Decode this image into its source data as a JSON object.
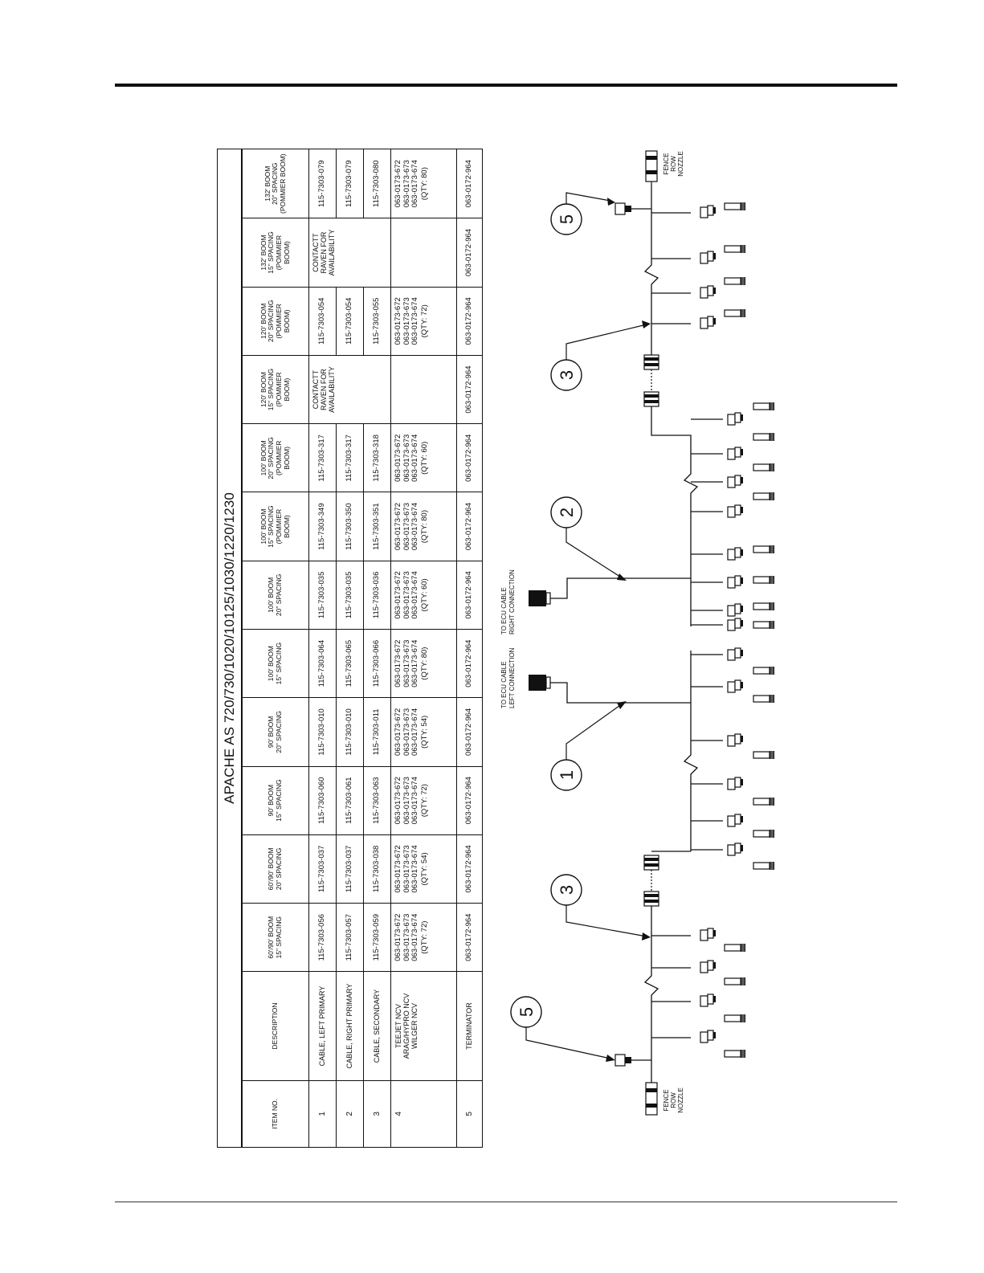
{
  "table": {
    "title": "APACHE AS 720/730/1020/10125/1030/1220/1230",
    "headers": {
      "item_no": "ITEM NO.",
      "description": "DESCRIPTION",
      "booms": [
        [
          "60'/90' BOOM",
          "15\" SPACING"
        ],
        [
          "60'/90' BOOM",
          "20\" SPACING"
        ],
        [
          "90' BOOM",
          "15\" SPACING"
        ],
        [
          "90' BOOM",
          "20\" SPACING"
        ],
        [
          "100' BOOM",
          "15\" SPACING"
        ],
        [
          "100' BOOM",
          "20\" SPACING"
        ],
        [
          "100' BOOM",
          "15\" SPACING",
          "(POMMIER",
          "BOOM)"
        ],
        [
          "100' BOOM",
          "20\" SPACING",
          "(POMMIER",
          "BOOM)"
        ],
        [
          "120' BOOM",
          "15\" SPACING",
          "(POMMIER",
          "BOOM)"
        ],
        [
          "120' BOOM",
          "20\" SPACING",
          "(POMMIER",
          "BOOM)"
        ],
        [
          "132' BOOM",
          "15\" SPACING",
          "(POMMIER",
          "BOOM)"
        ],
        [
          "132' BOOM",
          "20\" SPACING",
          "(POMMIER BOOM)"
        ]
      ]
    },
    "rows": [
      {
        "item": "1",
        "description": [
          "CABLE, LEFT PRIMARY"
        ],
        "values": [
          "115-7303-056",
          "115-7303-037",
          "115-7303-060",
          "115-7303-010",
          "115-7303-064",
          "115-7303-035",
          "115-7303-349",
          "115-7303-317",
          "CONTACT",
          "115-7303-054",
          "CONTACT",
          "115-7303-079"
        ]
      },
      {
        "item": "2",
        "description": [
          "CABLE, RIGHT PRIMARY"
        ],
        "values": [
          "115-7303-057",
          "115-7303-037",
          "115-7303-061",
          "115-7303-010",
          "115-7303-065",
          "115-7303-035",
          "115-7303-350",
          "115-7303-317",
          "",
          "115-7303-054",
          "",
          "115-7303-079"
        ]
      },
      {
        "item": "3",
        "description": [
          "CABLE, SECONDARY"
        ],
        "values": [
          "115-7303-059",
          "115-7303-038",
          "115-7303-063",
          "115-7303-011",
          "115-7303-066",
          "115-7303-036",
          "115-7303-351",
          "115-7303-318",
          "",
          "115-7303-055",
          "",
          "115-7303-080"
        ]
      },
      {
        "item": "4",
        "description": [
          "TEEJET NCV",
          "ARAG/HYPRO NCV",
          "WILGER NCV"
        ],
        "ncv_parts": [
          "063-0173-672",
          "063-0173-673",
          "063-0173-674"
        ],
        "qty": [
          "(QTY: 72)",
          "(QTY: 54)",
          "(QTY: 72)",
          "(QTY: 54)",
          "(QTY: 80)",
          "(QTY: 60)",
          "(QTY: 80)",
          "(QTY: 60)",
          "",
          "(QTY: 72)",
          "",
          "(QTY: 80)"
        ]
      },
      {
        "item": "5",
        "description": [
          "TERMINATOR"
        ],
        "values": [
          "063-0172-964",
          "063-0172-964",
          "063-0172-964",
          "063-0172-964",
          "063-0172-964",
          "063-0172-964",
          "063-0172-964",
          "063-0172-964",
          "063-0172-964",
          "063-0172-964",
          "063-0172-964",
          "063-0172-964"
        ]
      }
    ],
    "contact_text": [
      "CONTACTT",
      "RAVEN FOR",
      "AVAILABILITY"
    ]
  },
  "diagram": {
    "callouts": [
      "1",
      "2",
      "3",
      "3",
      "5",
      "5"
    ],
    "labels": {
      "ecu_left": [
        "TO ECU CABLE",
        "LEFT CONNECTION"
      ],
      "ecu_right": [
        "TO ECU CABLE",
        "RIGHT CONNECTION"
      ],
      "fence_row": [
        "FENCE",
        "ROW",
        "NOZZLE"
      ]
    }
  }
}
